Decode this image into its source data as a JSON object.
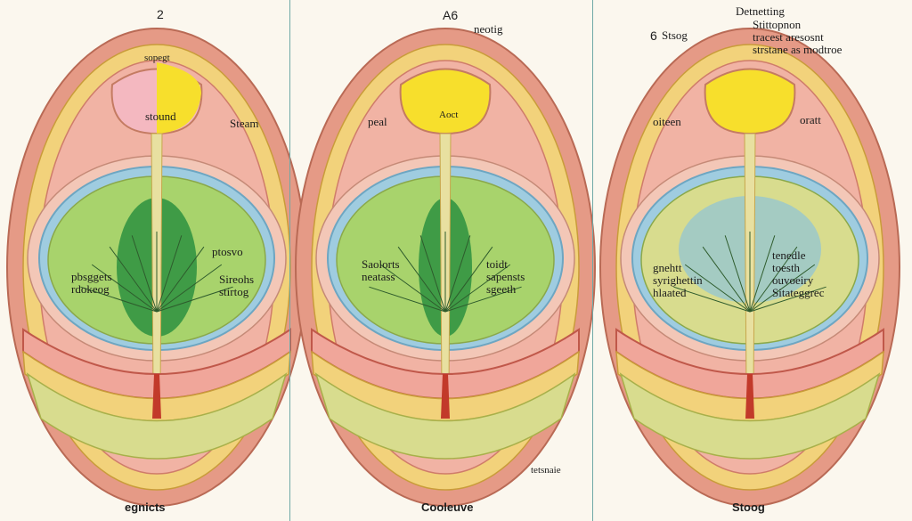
{
  "colors": {
    "outer_flesh": "#e59a86",
    "fat_yellow": "#f2d27b",
    "pale_yellow": "#f7e6a6",
    "pink": "#f1b3a4",
    "blue_ring": "#9fcce0",
    "green_light": "#a8d36c",
    "green_dark": "#3f9b46",
    "textured": "#d8dc8e",
    "red": "#c23a2a",
    "bright_yellow": "#f7df2c"
  },
  "panels": [
    {
      "number": "2",
      "caption": "egnicts",
      "labels": {
        "a": "sopegt",
        "b": "stound",
        "c": "Steam",
        "d": "ptosvo",
        "e": "pbsggets\nrdokeog",
        "f": "Sireohs\nstirtog"
      }
    },
    {
      "number": "A6",
      "caption": "Cooleuve",
      "labels": {
        "a": "neotig",
        "b": "peal",
        "c": "Aoct",
        "d": "Saolorts\nneatass",
        "e": "toidt\nsapensts\nsgeeth",
        "f": "tetsnaie"
      }
    },
    {
      "number": "6",
      "caption": "Stoog",
      "labels": {
        "a": "Stsog",
        "b": "Detnetting",
        "c": "Stittopnon\ntracest aresosnt\nstrstane as modtroe",
        "d": "oiteen",
        "e": "oratt",
        "f": "gnehtt\nsyrighettin\nhlaated",
        "g": "tenedle\ntoesth\nouvoeiry\nSitateggrec"
      }
    }
  ]
}
